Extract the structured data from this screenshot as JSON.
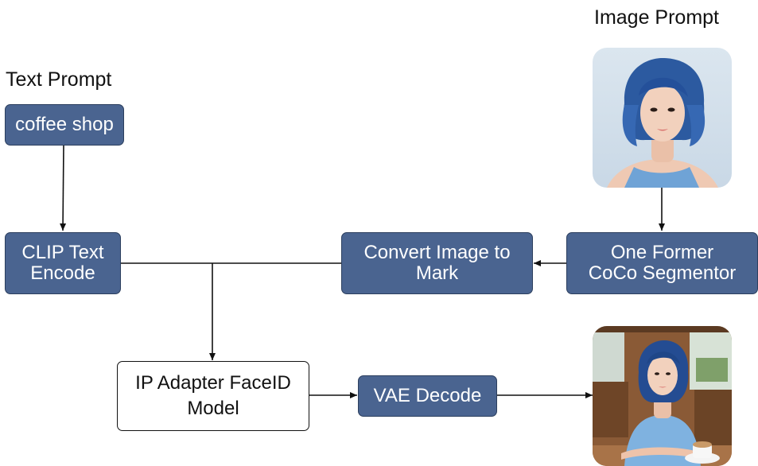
{
  "labels": {
    "text_prompt": "Text Prompt",
    "image_prompt": "Image Prompt"
  },
  "nodes": {
    "coffee_shop": "coffee shop",
    "clip_line1": "CLIP Text",
    "clip_line2": "Encode",
    "convert_line1": "Convert Image to",
    "convert_line2": "Mark",
    "oneformer_line1": "One Former",
    "oneformer_line2": "CoCo Segmentor",
    "ipadapter_line1": "IP Adapter FaceID",
    "ipadapter_line2": "Model",
    "vae": "VAE Decode"
  },
  "images": {
    "input_image": "portrait-photo",
    "output_image": "coffee-shop-photo"
  },
  "colors": {
    "node_fill": "#4a6490",
    "node_text": "#ffffff",
    "arrow": "#111111"
  }
}
